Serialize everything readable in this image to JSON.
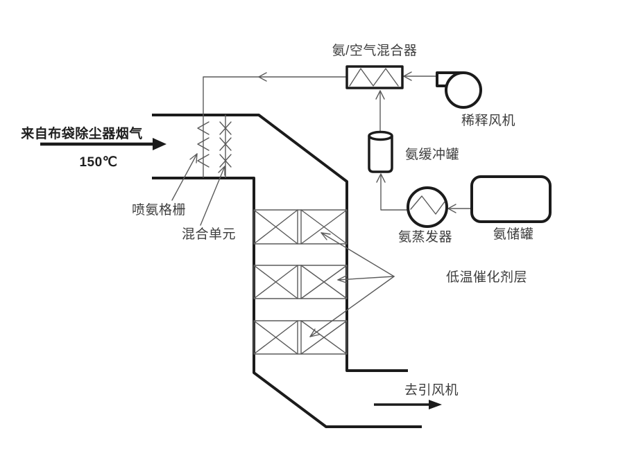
{
  "diagram": {
    "type": "low-temperature-SCR-denitrification-process-flow",
    "equipment": {
      "mixer": {
        "label": "氨/空气混合器",
        "symbol": "rect-static-mixer-zigzag"
      },
      "dilution_fan": {
        "label": "稀释风机",
        "symbol": "centrifugal-fan"
      },
      "buffer_tank": {
        "label": "氨缓冲罐",
        "symbol": "vertical-cylinder"
      },
      "evaporator": {
        "label": "氨蒸发器",
        "symbol": "circle-zigzag-heat-exchanger"
      },
      "storage_tank": {
        "label": "氨储罐",
        "symbol": "rounded-rectangle-tank"
      }
    },
    "duct": {
      "inlet_label": "来自布袋除尘器烟气",
      "inlet_temperature": "150℃",
      "injection_grid_label": "喷氨格栅",
      "mixing_unit_label": "混合单元",
      "catalyst_label": "低温催化剂层",
      "catalyst_layer_count": 3,
      "outlet_label": "去引风机"
    },
    "colors": {
      "background": "#ffffff",
      "outline": "#1b1b1b",
      "pipe": "#5a5a5a",
      "text": "#3d3d3d"
    }
  }
}
